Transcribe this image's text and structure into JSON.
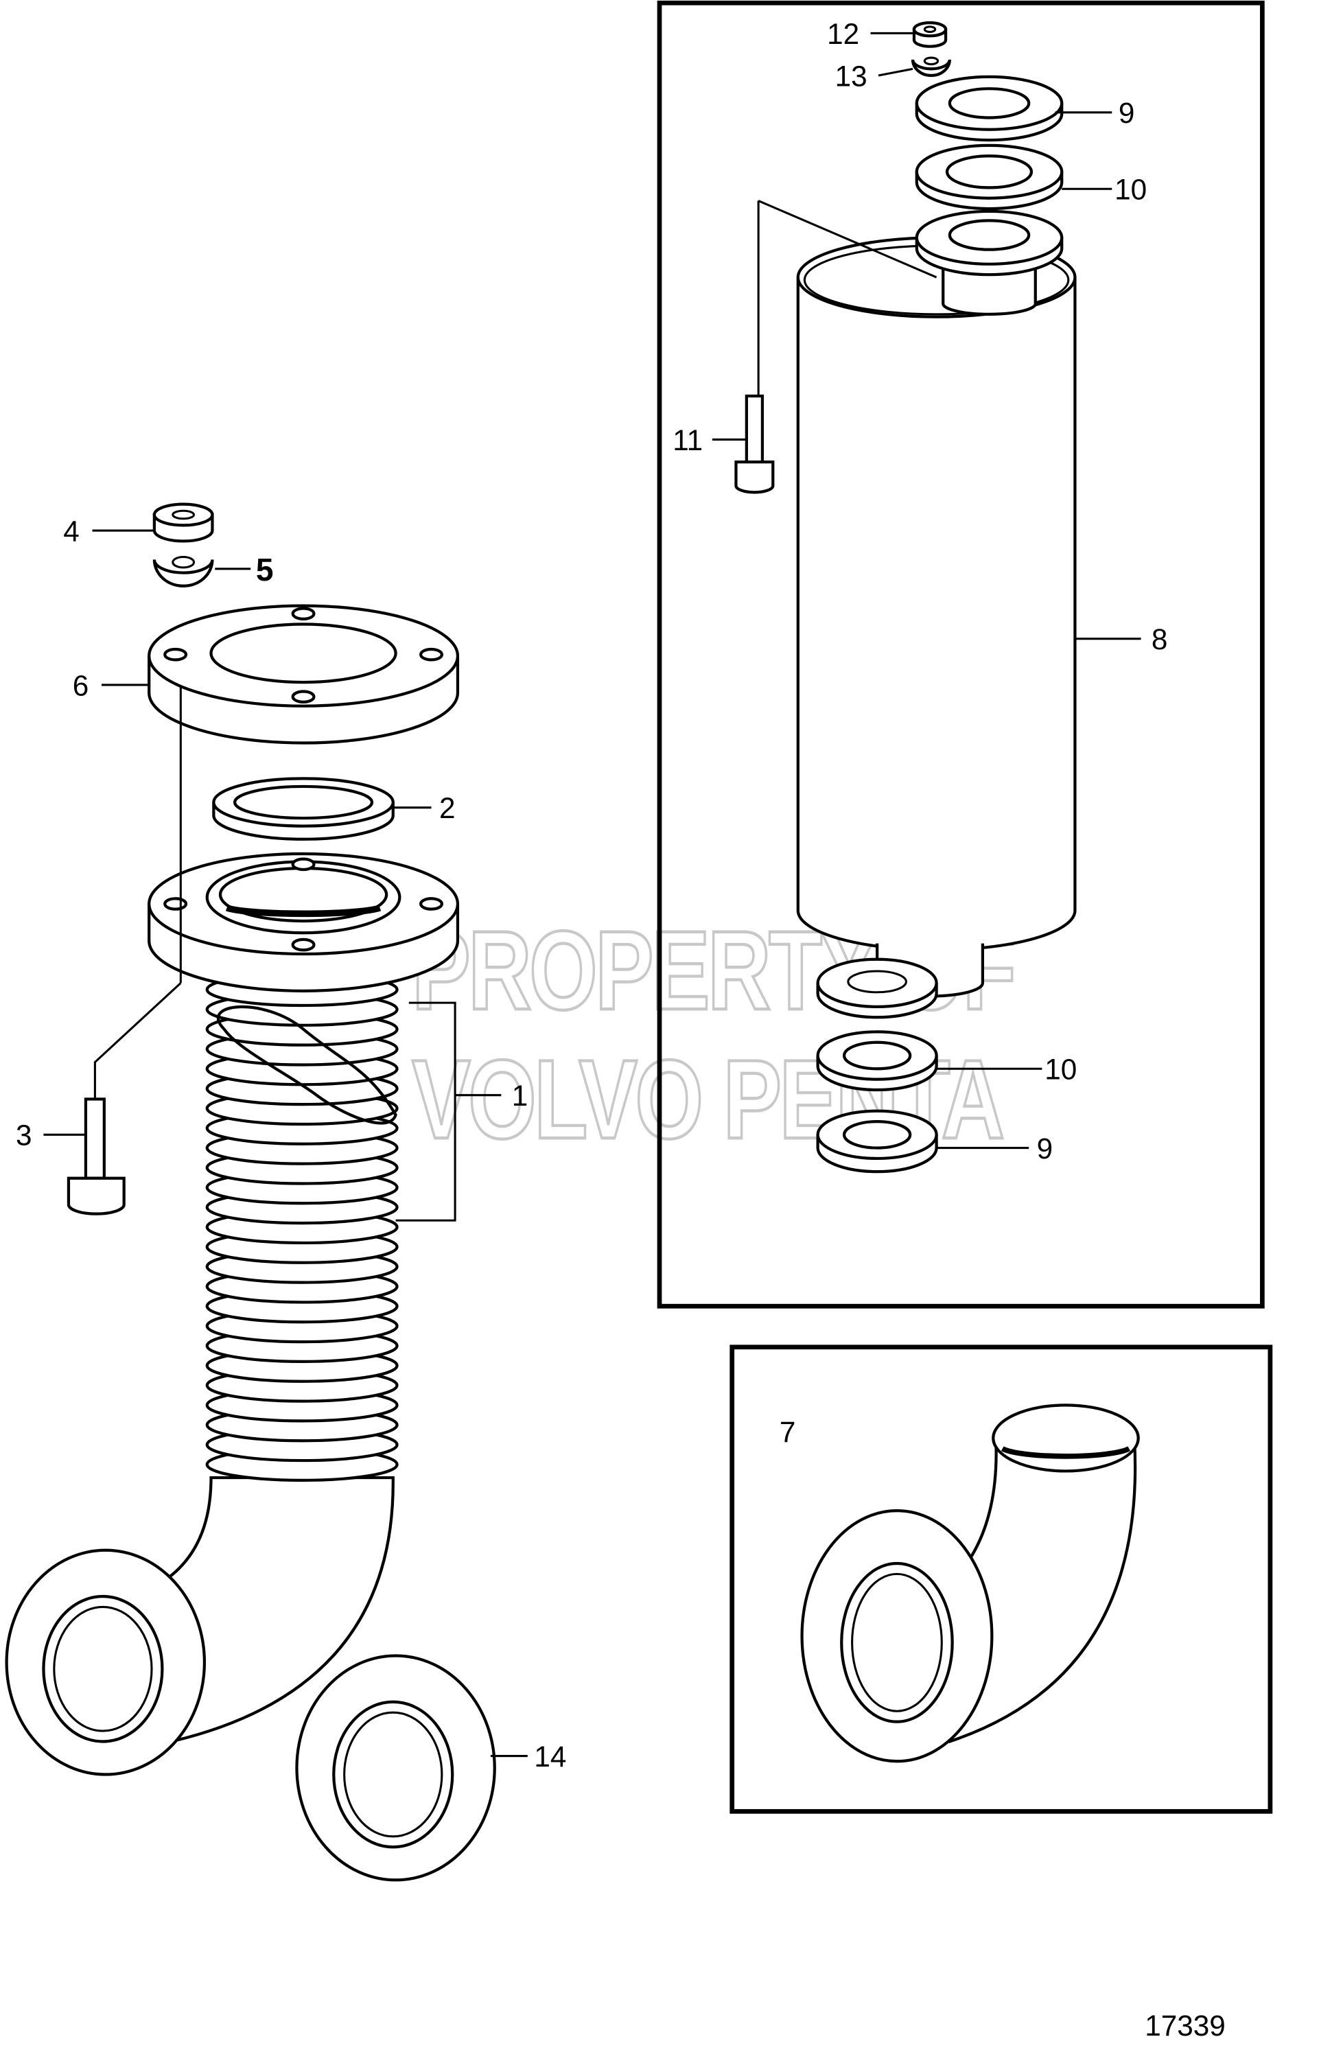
{
  "diagram": {
    "callouts": {
      "c1": "1",
      "c2": "2",
      "c3": "3",
      "c4": "4",
      "c5": "5",
      "c6": "6",
      "c7": "7",
      "c8": "8",
      "c9a": "9",
      "c9b": "9",
      "c10a": "10",
      "c10b": "10",
      "c11": "11",
      "c12": "12",
      "c13": "13",
      "c14": "14"
    },
    "watermark": [
      "PROPERTY OF",
      "VOLVO PENTA"
    ],
    "drawing_number": "17339"
  }
}
